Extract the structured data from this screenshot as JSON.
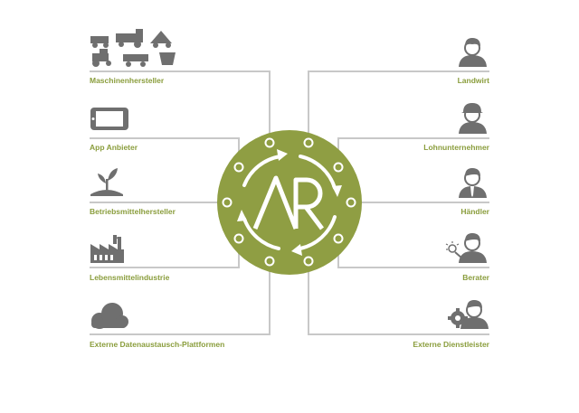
{
  "colors": {
    "accent": "#8a9d3c",
    "circle": "#8f9e43",
    "line": "#c8c8c8",
    "icon": "#6f6f6f"
  },
  "center": {
    "logo": "AR"
  },
  "left_items": [
    {
      "label": "Maschinenhersteller",
      "icon": "machinery-icons"
    },
    {
      "label": "App Anbieter",
      "icon": "tablet-icon"
    },
    {
      "label": "Betriebsmittelhersteller",
      "icon": "seedling-icon"
    },
    {
      "label": "Lebensmittelindustrie",
      "icon": "factory-icon"
    },
    {
      "label": "Externe Datenaustausch-Plattformen",
      "icon": "cloud-icon"
    }
  ],
  "right_items": [
    {
      "label": "Landwirt",
      "icon": "farmer-icon"
    },
    {
      "label": "Lohnunternehmer",
      "icon": "contractor-helmet-icon"
    },
    {
      "label": "Händler",
      "icon": "dealer-tie-icon"
    },
    {
      "label": "Berater",
      "icon": "advisor-idea-icon"
    },
    {
      "label": "Externe Dienstleister",
      "icon": "service-gear-icon"
    }
  ]
}
